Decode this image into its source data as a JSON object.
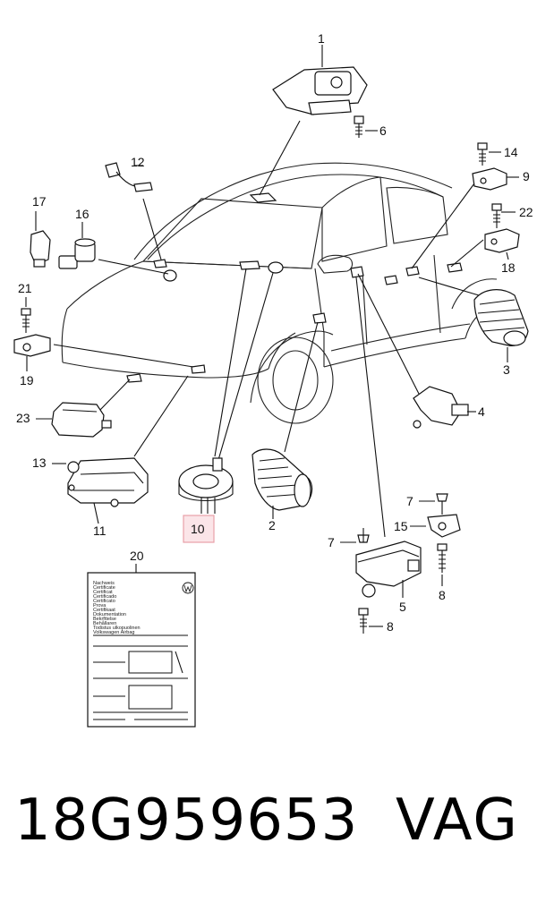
{
  "callouts": [
    "1",
    "2",
    "3",
    "4",
    "5",
    "6",
    "7",
    "7",
    "8",
    "8",
    "9",
    "10",
    "11",
    "12",
    "13",
    "14",
    "15",
    "16",
    "17",
    "18",
    "19",
    "20",
    "21",
    "22",
    "23"
  ],
  "labels": {
    "c1": "1",
    "c2": "2",
    "c3": "3",
    "c4": "4",
    "c5": "5",
    "c6": "6",
    "c7a": "7",
    "c7b": "7",
    "c8a": "8",
    "c8b": "8",
    "c9": "9",
    "c10": "10",
    "c11": "11",
    "c12": "12",
    "c13": "13",
    "c14": "14",
    "c15": "15",
    "c16": "16",
    "c17": "17",
    "c18": "18",
    "c19": "19",
    "c20": "20",
    "c21": "21",
    "c22": "22",
    "c23": "23"
  },
  "highlight": {
    "part": "10",
    "color": "#e8a0a8"
  },
  "certificate": {
    "lines": [
      "Nachweis",
      "Certificate",
      "Certificat",
      "Certificado",
      "Certificato",
      "Prova",
      "Certifikaat",
      "Dokumentation",
      "Bekrfttelse",
      "Behållaren",
      "Todistus ulkopuolinen",
      "Volkswagen Airbag"
    ]
  },
  "footer": {
    "part_number": "18G959653",
    "make": "VAG"
  }
}
